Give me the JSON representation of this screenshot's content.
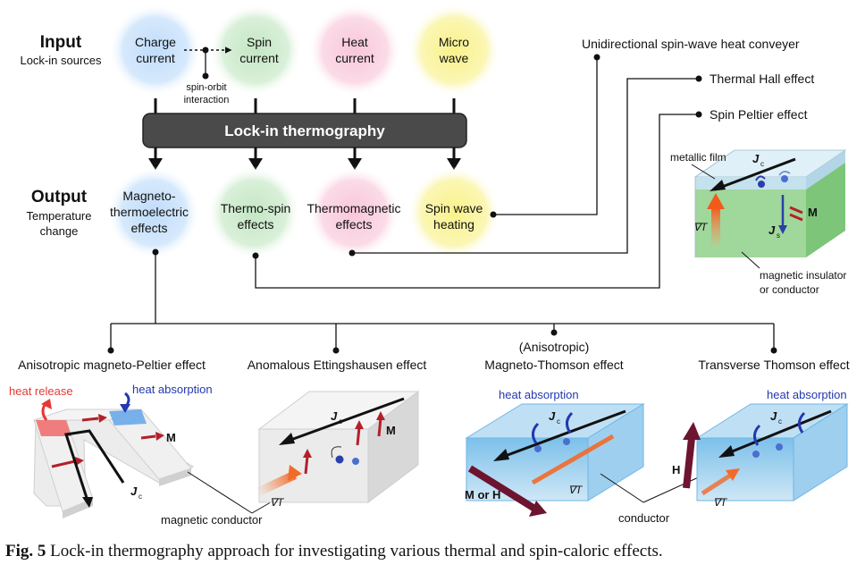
{
  "input": {
    "title": "Input",
    "subtitle": "Lock-in sources"
  },
  "output": {
    "title": "Output",
    "subtitle_line1": "Temperature",
    "subtitle_line2": "change"
  },
  "sources": [
    {
      "line1": "Charge",
      "line2": "current",
      "color": "#cfe6fb"
    },
    {
      "line1": "Spin",
      "line2": "current",
      "color": "#d3edd3"
    },
    {
      "line1": "Heat",
      "line2": "current",
      "color": "#fbd3e3"
    },
    {
      "line1": "Micro",
      "line2": "wave",
      "color": "#fbf6a6"
    }
  ],
  "spin_orbit": {
    "line1": "spin-orbit",
    "line2": "interaction"
  },
  "bar_label": "Lock-in thermography",
  "outputs": [
    {
      "line1": "Magneto-",
      "line2": "thermoelectric",
      "line3": "effects",
      "color": "#cfe6fb"
    },
    {
      "line1": "Thermo-spin",
      "line2": "effects",
      "color": "#d3edd3"
    },
    {
      "line1": "Thermomagnetic",
      "line2": "effects",
      "color": "#fbd3e3"
    },
    {
      "line1": "Spin wave",
      "line2": "heating",
      "color": "#fbf6a6"
    }
  ],
  "right_labels": {
    "conveyer": "Unidirectional spin-wave heat conveyer",
    "thermal_hall": "Thermal Hall effect",
    "spin_peltier": "Spin Peltier effect"
  },
  "device_top": {
    "metallic_film": "metallic film",
    "jc": "J",
    "jc_sub": "c",
    "js": "J",
    "js_sub": "s",
    "m": "M",
    "grad": "∇T",
    "insulator_line1": "magnetic insulator",
    "insulator_line2": "or conductor"
  },
  "bottom_effects": [
    "Anisotropic magneto-Peltier effect",
    "Anomalous Ettingshausen effect",
    "(Anisotropic)",
    "Magneto-Thomson effect",
    "Transverse Thomson effect"
  ],
  "bottom": {
    "heat_release": "heat release",
    "heat_absorption": "heat absorption",
    "m": "M",
    "jc": "J",
    "jc_sub": "c",
    "magnetic_conductor": "magnetic conductor",
    "grad": "∇T",
    "m_or_h": "M or H",
    "h": "H",
    "conductor": "conductor"
  },
  "caption": {
    "bold": "Fig. 5",
    "text": " Lock-in thermography approach for investigating various thermal and spin-caloric effects."
  },
  "colors": {
    "bar": "#4a4a4a",
    "heat_release": "#e53935",
    "heat_absorption": "#2438b0",
    "arrow_red": "#b3202a",
    "arrow_blue": "#2a3fa8",
    "h_arrow": "#6d1430"
  }
}
